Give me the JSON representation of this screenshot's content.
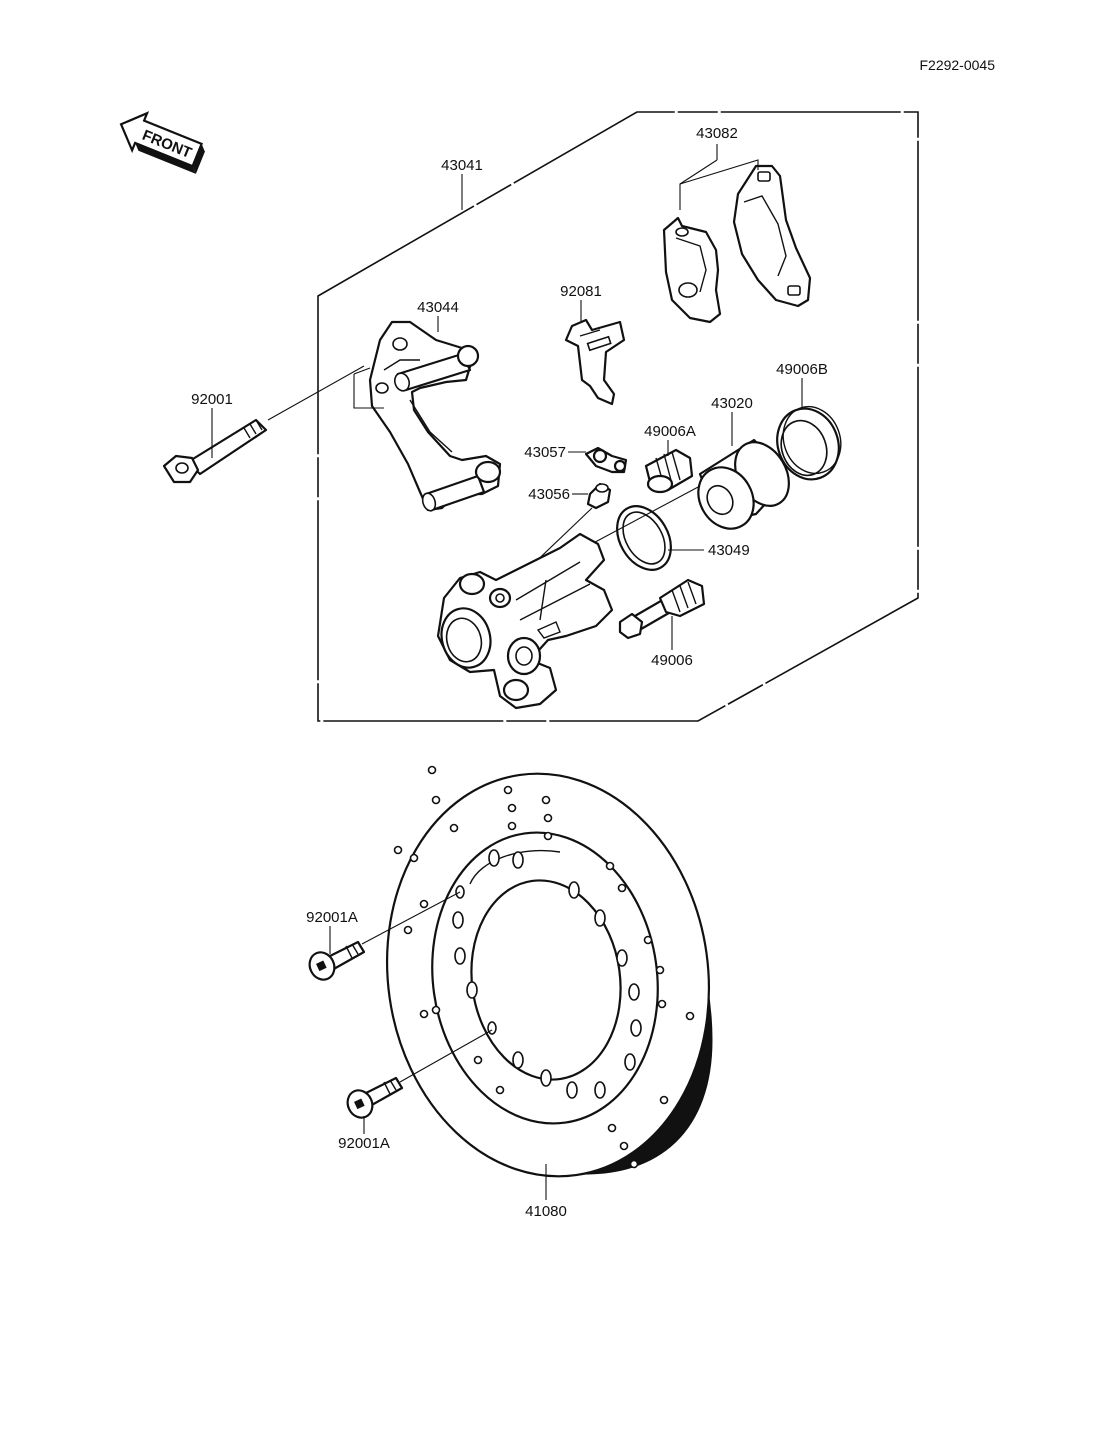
{
  "diagram_code": "F2292-0045",
  "front_label": "FRONT",
  "parts": {
    "p43041": "43041",
    "p43082": "43082",
    "p43044": "43044",
    "p92081": "92081",
    "p92001": "92001",
    "p49006B": "49006B",
    "p43020": "43020",
    "p49006A": "49006A",
    "p43057": "43057",
    "p43056": "43056",
    "p43049": "43049",
    "p49006": "49006",
    "p92001A_upper": "92001A",
    "p92001A_lower": "92001A",
    "p41080": "41080"
  },
  "colors": {
    "ink": "#111111",
    "paper": "#ffffff"
  },
  "icons": [
    "front-arrow-icon"
  ]
}
